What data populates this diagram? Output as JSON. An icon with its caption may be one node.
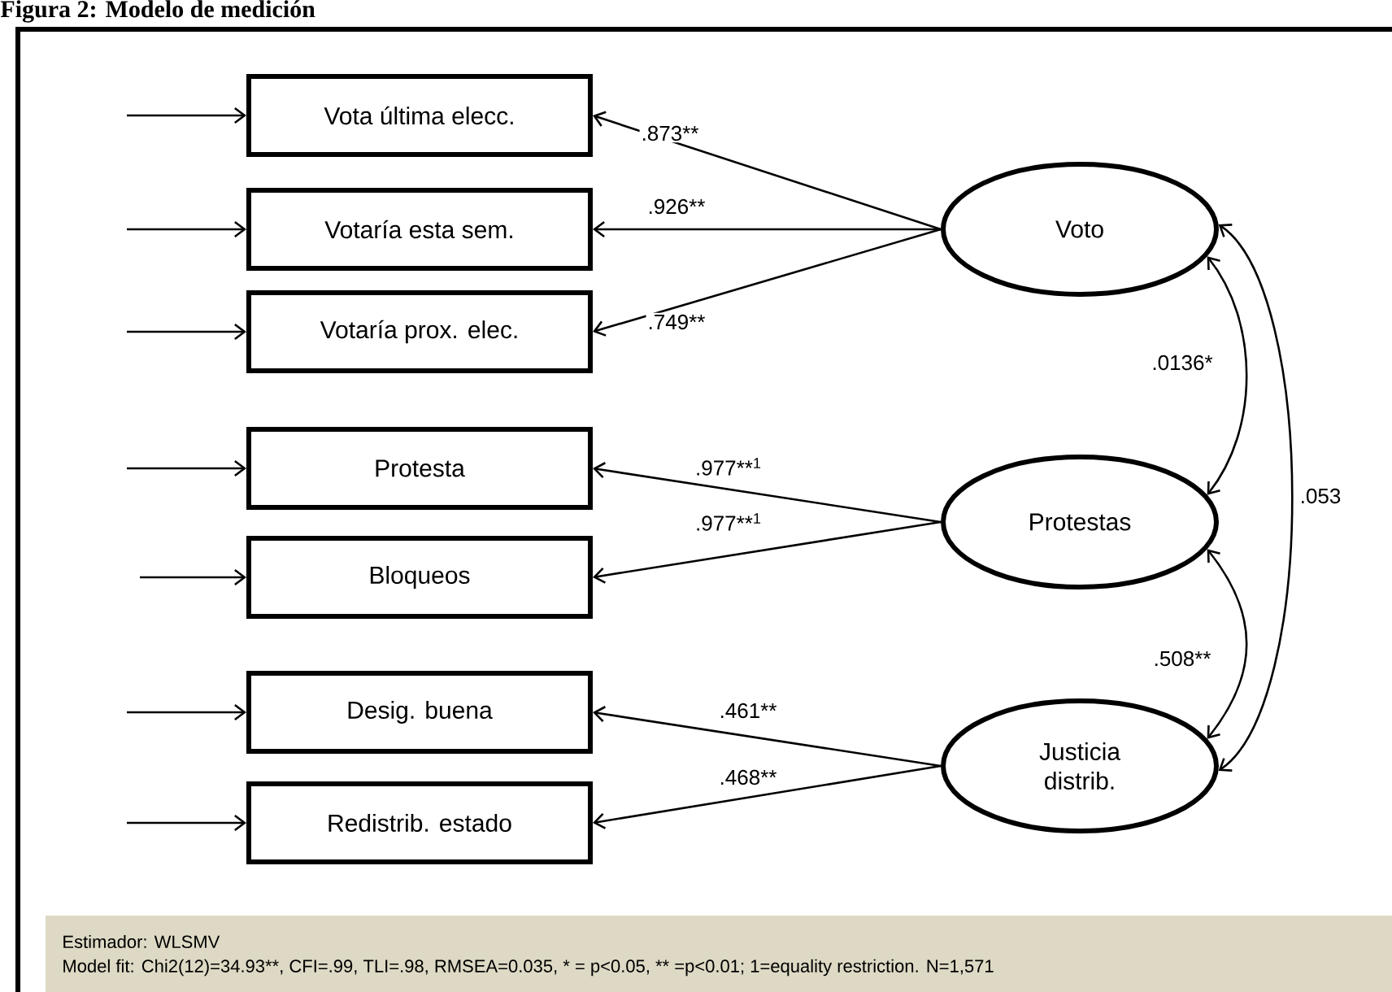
{
  "diagram": {
    "title": "Figura 2: Modelo de medición",
    "nodes": [
      {
        "text": [
          "Vota última elecc."
        ]
      },
      {
        "text": [
          "Votaría esta sem."
        ]
      },
      {
        "text": [
          "Votaría prox. elec."
        ]
      },
      {
        "text": [
          "Protesta"
        ]
      },
      {
        "text": [
          "Bloqueos"
        ]
      },
      {
        "text": [
          "Desig. buena"
        ]
      },
      {
        "text": [
          "Redistrib. estado"
        ]
      },
      {
        "text": [
          "Voto"
        ]
      },
      {
        "text": [
          "Protestas"
        ]
      },
      {
        "text": [
          "Justicia distrib."
        ]
      }
    ],
    "edges": [
      {
        "from": null,
        "to": 0,
        "arrow": "to"
      },
      {
        "from": null,
        "to": 1,
        "arrow": "to"
      },
      {
        "from": null,
        "to": 2,
        "arrow": "to"
      },
      {
        "from": null,
        "to": 3,
        "arrow": "to"
      },
      {
        "from": null,
        "to": 4,
        "arrow": "to"
      },
      {
        "from": null,
        "to": 5,
        "arrow": "to"
      },
      {
        "from": null,
        "to": 6,
        "arrow": "to"
      },
      {
        "from": 7,
        "to": 0,
        "arrow": "to",
        "label": ".873**"
      },
      {
        "from": 7,
        "to": 1,
        "arrow": "to",
        "label": ".926**"
      },
      {
        "from": 7,
        "to": 2,
        "arrow": "to",
        "label": ".749**"
      },
      {
        "from": 8,
        "to": 3,
        "arrow": "to",
        "label": ".977**$^{1}$"
      },
      {
        "from": 8,
        "to": 4,
        "arrow": "to",
        "label": ".977**$^{1}$"
      },
      {
        "from": 9,
        "to": 5,
        "arrow": "to",
        "label": ".461**"
      },
      {
        "from": 9,
        "to": 6,
        "arrow": "to",
        "label": ".468**"
      },
      {
        "from": 7,
        "to": 8,
        "arrow": "both",
        "label": ".0136*"
      },
      {
        "from": 8,
        "to": 9,
        "arrow": "both",
        "label": ".508**"
      },
      {
        "from": 7,
        "to": 9,
        "arrow": "both",
        "label": ".053"
      }
    ],
    "labels": [
      "Estimador: WLSMV",
      "Model fit: Chi2(12)=34.93**, CFI=.99, TLI=.98, RMSEA=0.035, * = p<0.05, ** =p<0.01; 1=equality restriction. N=1,571"
    ]
  }
}
